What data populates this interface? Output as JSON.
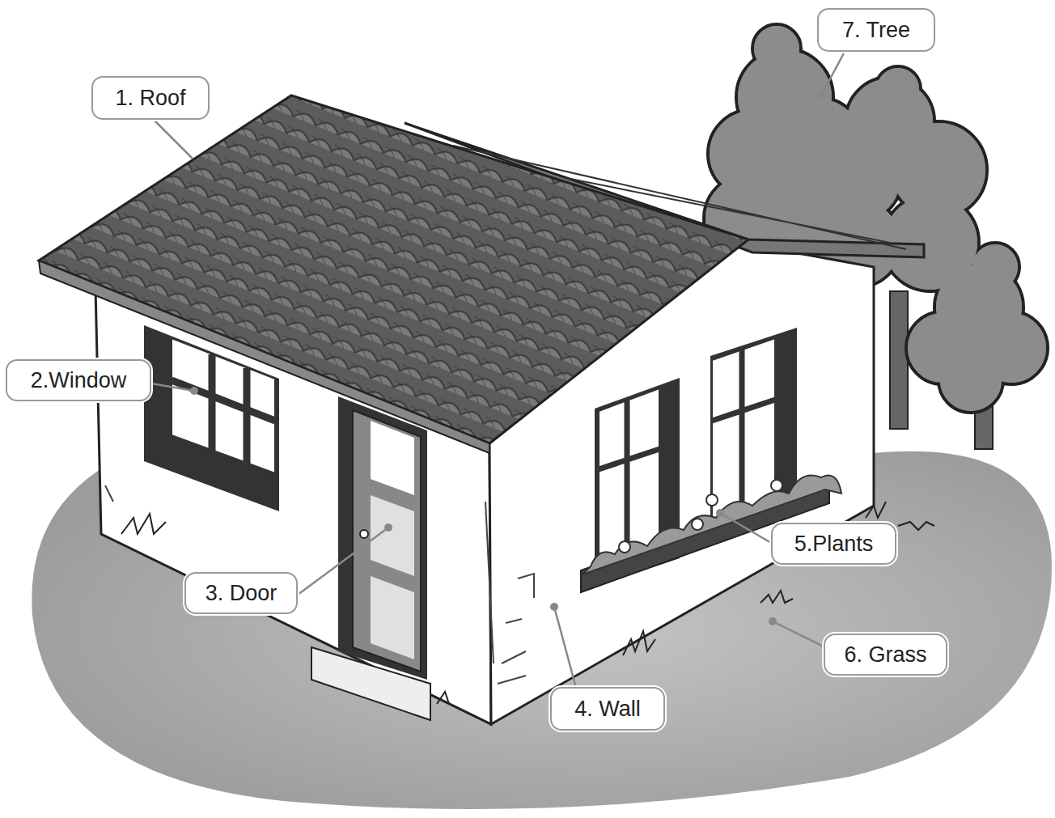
{
  "diagram": {
    "nodes": [
      {
        "text": [
          "1. Roof"
        ]
      },
      {
        "text": [
          "2.Window"
        ]
      },
      {
        "text": [
          "3. Door"
        ]
      },
      {
        "text": [
          "4. Wall"
        ]
      },
      {
        "text": [
          "5.Plants"
        ]
      },
      {
        "text": [
          "6. Grass"
        ]
      },
      {
        "text": [
          "7. Tree"
        ]
      }
    ]
  }
}
